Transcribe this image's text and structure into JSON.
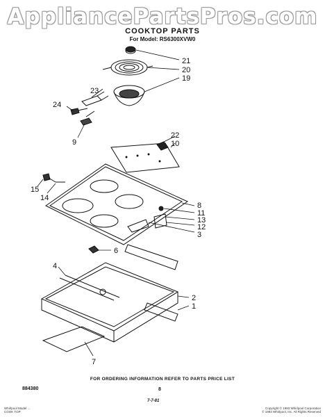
{
  "watermark": "AppliancePartsPros.com",
  "header": {
    "title": "COOKTOP PARTS",
    "model_line": "For Model: RS6300XVW0"
  },
  "callouts": {
    "n21": "21",
    "n20": "20",
    "n19": "19",
    "n23": "23",
    "n24": "24",
    "n9": "9",
    "n22": "22",
    "n10": "10",
    "n15": "15",
    "n14": "14",
    "n8": "8",
    "n11": "11",
    "n13": "13",
    "n12": "12",
    "n3": "3",
    "n6": "6",
    "n4": "4",
    "n2": "2",
    "n1": "1",
    "n7": "7"
  },
  "footer": {
    "order_info": "FOR ORDERING INFORMATION REFER TO PARTS PRICE LIST",
    "diagram_code": "884380",
    "page_number": "8",
    "revision_mark": "7-7-81",
    "left_note_1": "Whirlpool Model ...",
    "left_note_2": "COOK TOP",
    "right_note_1": "Copyright © 1993 Whirlpool Corporation",
    "right_note_2": "© 1993 Whirlpool, Inc. All Rights Reserved"
  }
}
